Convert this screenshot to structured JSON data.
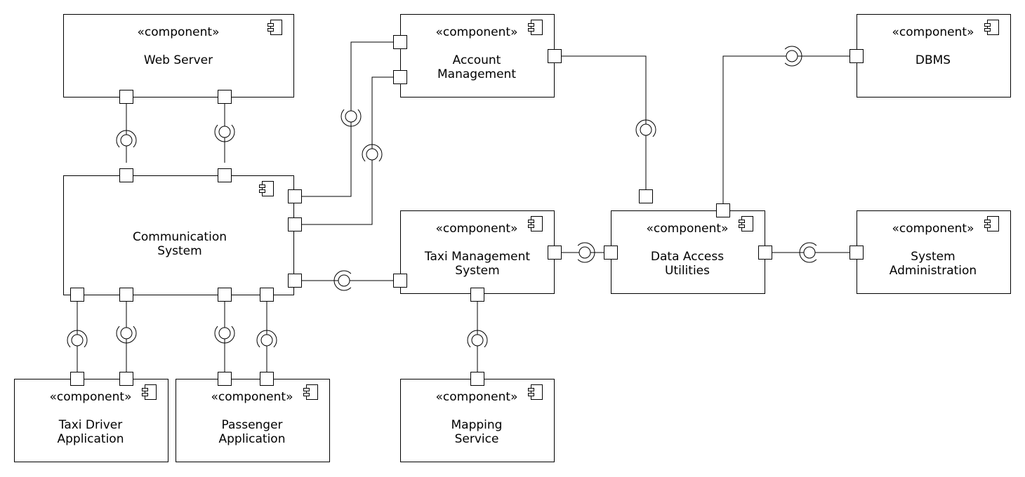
{
  "diagram": {
    "components": [
      {
        "id": "web-server",
        "stereotype": "«component»",
        "name": [
          "Web Server"
        ],
        "show_stereotype": true
      },
      {
        "id": "communication-system",
        "stereotype": "",
        "name": [
          "Communication",
          "System"
        ],
        "show_stereotype": false
      },
      {
        "id": "account-management",
        "stereotype": "«component»",
        "name": [
          "Account",
          "Management"
        ],
        "show_stereotype": true
      },
      {
        "id": "taxi-management-system",
        "stereotype": "«component»",
        "name": [
          "Taxi Management",
          "System"
        ],
        "show_stereotype": true
      },
      {
        "id": "data-access-utilities",
        "stereotype": "«component»",
        "name": [
          "Data Access",
          "Utilities"
        ],
        "show_stereotype": true
      },
      {
        "id": "dbms",
        "stereotype": "«component»",
        "name": [
          "DBMS"
        ],
        "show_stereotype": true
      },
      {
        "id": "system-administration",
        "stereotype": "«component»",
        "name": [
          "System",
          "Administration"
        ],
        "show_stereotype": true
      },
      {
        "id": "taxi-driver-application",
        "stereotype": "«component»",
        "name": [
          "Taxi Driver",
          "Application"
        ],
        "show_stereotype": true
      },
      {
        "id": "passenger-application",
        "stereotype": "«component»",
        "name": [
          "Passenger",
          "Application"
        ],
        "show_stereotype": true
      },
      {
        "id": "mapping-service",
        "stereotype": "«component»",
        "name": [
          "Mapping",
          "Service"
        ],
        "show_stereotype": true
      }
    ],
    "connections": [
      {
        "from": "web-server",
        "to": "communication-system"
      },
      {
        "from": "communication-system",
        "to": "web-server"
      },
      {
        "from": "communication-system",
        "to": "account-management"
      },
      {
        "from": "account-management",
        "to": "communication-system"
      },
      {
        "from": "taxi-management-system",
        "to": "communication-system"
      },
      {
        "from": "account-management",
        "to": "data-access-utilities"
      },
      {
        "from": "dbms",
        "to": "data-access-utilities"
      },
      {
        "from": "data-access-utilities",
        "to": "taxi-management-system"
      },
      {
        "from": "data-access-utilities",
        "to": "system-administration"
      },
      {
        "from": "mapping-service",
        "to": "taxi-management-system"
      },
      {
        "from": "communication-system",
        "to": "taxi-driver-application"
      },
      {
        "from": "taxi-driver-application",
        "to": "communication-system"
      },
      {
        "from": "passenger-application",
        "to": "communication-system"
      },
      {
        "from": "communication-system",
        "to": "passenger-application"
      }
    ]
  }
}
